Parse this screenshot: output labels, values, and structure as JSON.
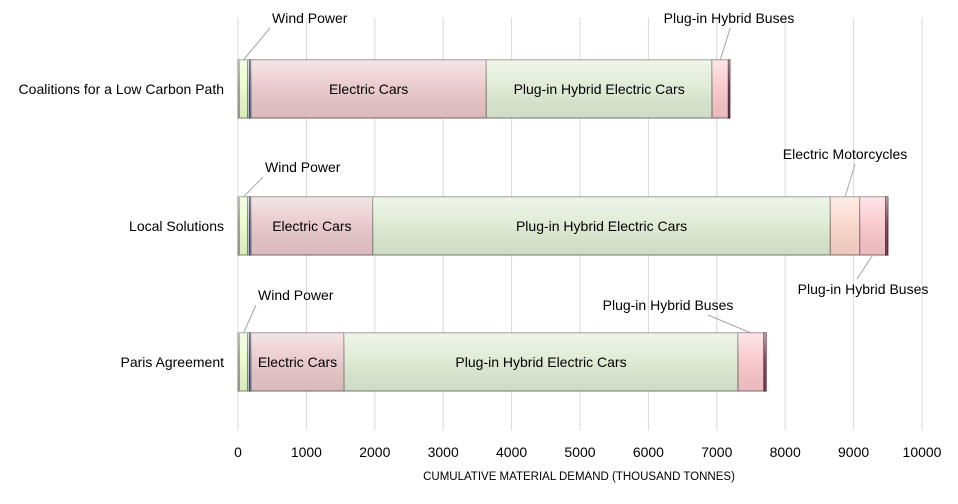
{
  "chart_data": {
    "type": "bar",
    "orientation": "horizontal",
    "stacked": true,
    "title": "",
    "xlabel": "CUMULATIVE MATERIAL DEMAND (THOUSAND TONNES)",
    "ylabel": "",
    "xlim": [
      0,
      10000
    ],
    "xticks": [
      0,
      1000,
      2000,
      3000,
      4000,
      5000,
      6000,
      7000,
      8000,
      9000,
      10000
    ],
    "grid": "vertical",
    "legend": "none",
    "categories": [
      "Coalitions for a Low Carbon Path",
      "Local Solutions",
      "Paris Agreement"
    ],
    "series": [
      {
        "name": "",
        "color": "#f4f0e0",
        "values": [
          20,
          20,
          20
        ]
      },
      {
        "name": "Wind Power",
        "color": "#eafcc8",
        "values": [
          120,
          120,
          120
        ]
      },
      {
        "name": "",
        "color": "#c9d3ea",
        "values": [
          30,
          30,
          30
        ]
      },
      {
        "name": "",
        "color": "#6a6fa0",
        "values": [
          20,
          20,
          20
        ]
      },
      {
        "name": "Electric Cars",
        "color": "#e8c6c9",
        "values": [
          3440,
          1780,
          1360
        ]
      },
      {
        "name": "Plug-in Hybrid Electric Cars",
        "color": "#dcead2",
        "values": [
          3300,
          6690,
          5760
        ]
      },
      {
        "name": "Electric Motorcycles",
        "color": "#fbd5c8",
        "values": [
          0,
          430,
          0
        ]
      },
      {
        "name": "Plug-in Hybrid Buses",
        "color": "#f9c6ca",
        "values": [
          240,
          380,
          380
        ]
      },
      {
        "name": "",
        "color": "#8a4a60",
        "values": [
          20,
          30,
          30
        ]
      }
    ],
    "annotations": [
      {
        "text": "Wind Power",
        "category": "Coalitions for a Low Carbon Path",
        "target": "Wind Power"
      },
      {
        "text": "Plug-in Hybrid Buses",
        "category": "Coalitions for a Low Carbon Path",
        "target": "Plug-in Hybrid Buses"
      },
      {
        "text": "Wind Power",
        "category": "Local Solutions",
        "target": "Wind Power"
      },
      {
        "text": "Electric Motorcycles",
        "category": "Local Solutions",
        "target": "Electric Motorcycles"
      },
      {
        "text": "Plug-in Hybrid Buses",
        "category": "Local Solutions",
        "target": "Plug-in Hybrid Buses"
      },
      {
        "text": "Wind Power",
        "category": "Paris Agreement",
        "target": "Wind Power"
      },
      {
        "text": "Plug-in Hybrid Buses",
        "category": "Paris Agreement",
        "target": "Plug-in Hybrid Buses"
      }
    ]
  }
}
